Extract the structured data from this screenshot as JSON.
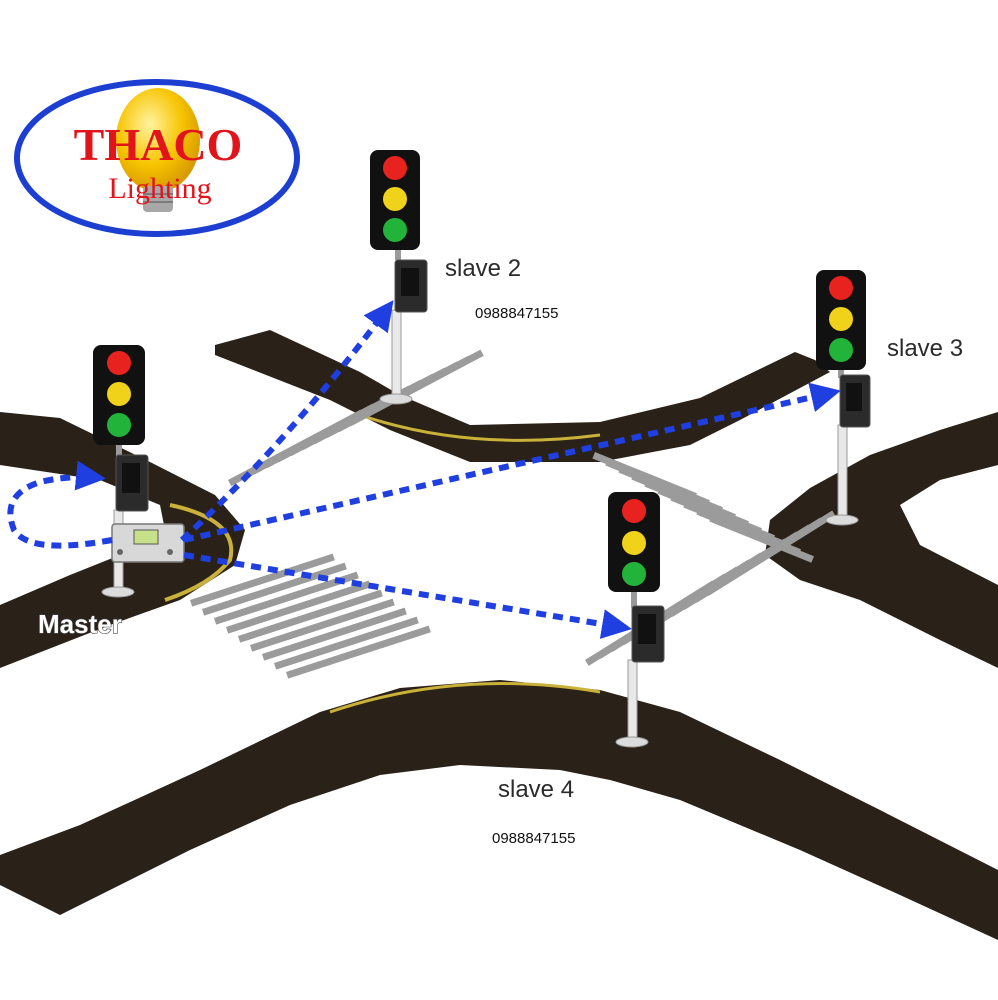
{
  "logo": {
    "brand": "THACO",
    "subtitle": "Lighting",
    "colors": {
      "text": "#e2141b",
      "ring": "#1d3fd1",
      "bulb": "#f2b500"
    }
  },
  "nodes": {
    "master": {
      "label": "Master"
    },
    "slave2": {
      "label": "slave 2"
    },
    "slave3": {
      "label": "slave 3"
    },
    "slave4": {
      "label": "slave 4"
    }
  },
  "phone_numbers": [
    "0988847155",
    "0988847155"
  ],
  "colors": {
    "road": "#2a2118",
    "road_edge": "#c9b13a",
    "crosswalk": "#9b9b9b",
    "arrow": "#1f3fe0",
    "light_red": "#e8221f",
    "light_yellow": "#f0d21a",
    "light_green": "#22b43a"
  }
}
